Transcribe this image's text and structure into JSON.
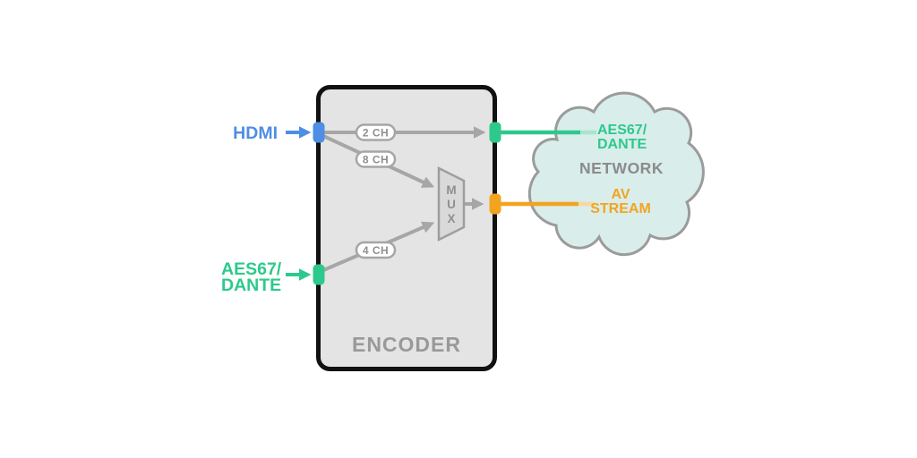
{
  "colors": {
    "blue": "#4e8ee5",
    "green": "#2dc98c",
    "orange": "#f2a41f",
    "green-faded": "#aae4cd",
    "orange-faded": "#f5d9a4",
    "gray-line": "#a6a6a6",
    "gray-text": "#8f8f8f",
    "encoder-fill": "#e4e4e4",
    "encoder-border": "#111111",
    "encoder-text": "#999999",
    "mux-fill": "#d9d9d9",
    "mux-border": "#9e9e9e",
    "pill-fill": "#ffffff",
    "cloud-fill": "#d9edea",
    "cloud-border": "#9b9b9b",
    "network-text": "#8b8b8b"
  },
  "inputs": {
    "hdmi": "HDMI",
    "aes67_line1": "AES67/",
    "aes67_line2": "DANTE"
  },
  "encoder": {
    "title": "ENCODER",
    "channels": {
      "two": "2 CH",
      "eight": "8 CH",
      "four": "4 CH"
    },
    "mux": [
      "M",
      "U",
      "X"
    ]
  },
  "network": {
    "title": "NETWORK",
    "aes67_line1": "AES67/",
    "aes67_line2": "DANTE",
    "av_line1": "AV",
    "av_line2": "STREAM"
  }
}
